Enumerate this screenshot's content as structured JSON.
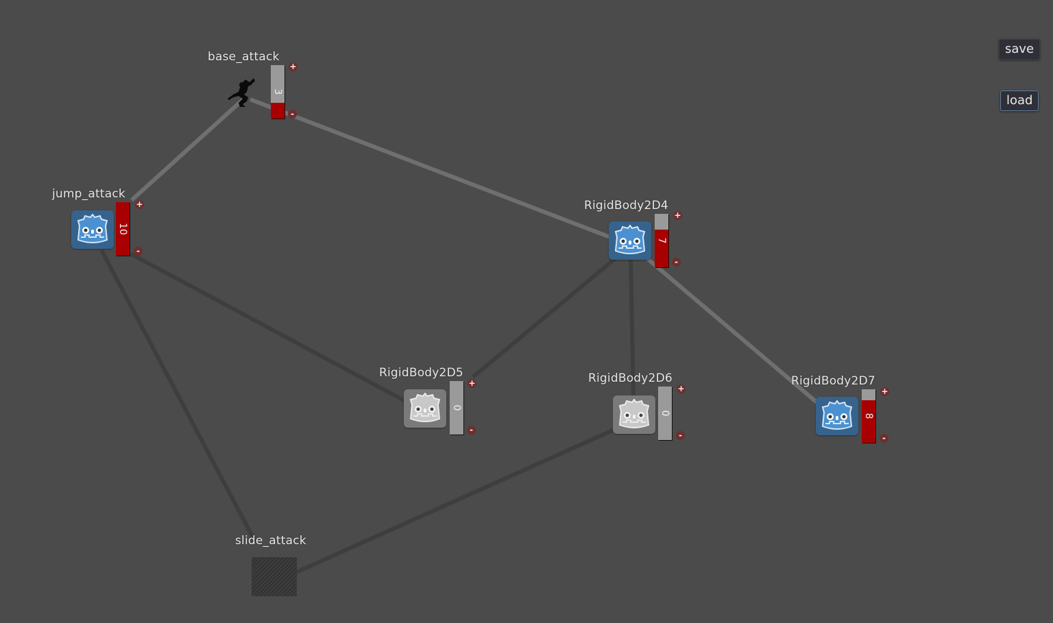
{
  "canvas": {
    "background": "#4b4b4b"
  },
  "toolbar": {
    "save_label": "save",
    "load_label": "load"
  },
  "colors": {
    "active_link": "#6f6f6f",
    "inactive_link": "#3e3e3e",
    "bar_fill": "#a80000",
    "bar_track": "#9a9a9a",
    "icon_active": "#35638e",
    "icon_inactive": "#7a7a7a"
  },
  "nodes": {
    "base_attack": {
      "label": "base_attack",
      "value": "3",
      "icon": "character-silhouette-icon",
      "fill_pct": 30,
      "plus": "+",
      "minus": "-"
    },
    "jump_attack": {
      "label": "jump_attack",
      "value": "10",
      "icon": "godot-robot-icon",
      "fill_pct": 100,
      "plus": "+",
      "minus": "-"
    },
    "rb4": {
      "label": "RigidBody2D4",
      "value": "7",
      "icon": "godot-robot-icon",
      "fill_pct": 70,
      "plus": "+",
      "minus": "-"
    },
    "rb5": {
      "label": "RigidBody2D5",
      "value": "0",
      "icon": "godot-robot-icon",
      "fill_pct": 0,
      "plus": "+",
      "minus": "-"
    },
    "rb6": {
      "label": "RigidBody2D6",
      "value": "0",
      "icon": "godot-robot-icon",
      "fill_pct": 0,
      "plus": "+",
      "minus": "-"
    },
    "rb7": {
      "label": "RigidBody2D7",
      "value": "8",
      "icon": "godot-robot-icon",
      "fill_pct": 80,
      "plus": "+",
      "minus": "-"
    },
    "slide_attack": {
      "label": "slide_attack",
      "icon": "hatched-texture-icon"
    }
  },
  "links": [
    {
      "from": "base_attack",
      "to": "jump_attack",
      "active": true
    },
    {
      "from": "base_attack",
      "to": "RigidBody2D4",
      "active": true
    },
    {
      "from": "RigidBody2D4",
      "to": "RigidBody2D7",
      "active": true
    },
    {
      "from": "jump_attack",
      "to": "RigidBody2D5",
      "active": false
    },
    {
      "from": "jump_attack",
      "to": "slide_attack",
      "active": false
    },
    {
      "from": "RigidBody2D4",
      "to": "RigidBody2D5",
      "active": false
    },
    {
      "from": "RigidBody2D4",
      "to": "RigidBody2D6",
      "active": false
    },
    {
      "from": "RigidBody2D6",
      "to": "slide_attack",
      "active": false
    }
  ]
}
